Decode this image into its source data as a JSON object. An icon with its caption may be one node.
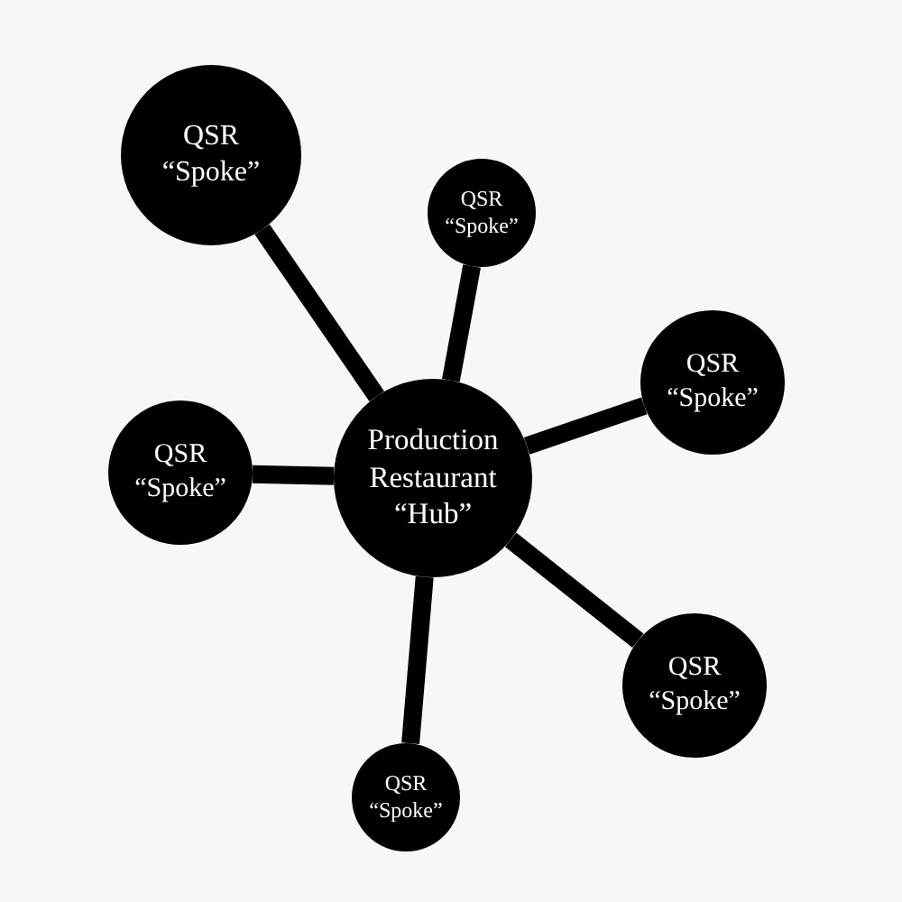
{
  "diagram": {
    "nodes": [
      {
        "text": [
          "QSR “Spoke”"
        ]
      },
      {
        "text": [
          "QSR “Spoke”"
        ]
      },
      {
        "text": [
          "QSR “Spoke”"
        ]
      },
      {
        "text": [
          "QSR “Spoke”"
        ]
      },
      {
        "text": [
          "Production Restaurant “Hub”"
        ]
      },
      {
        "text": [
          "QSR “Spoke”"
        ]
      },
      {
        "text": [
          "QSR “Spoke”"
        ]
      }
    ],
    "edges": [
      {
        "from": 4,
        "to": 0,
        "arrow": "none"
      },
      {
        "from": 4,
        "to": 1,
        "arrow": "none"
      },
      {
        "from": 4,
        "to": 2,
        "arrow": "none"
      },
      {
        "from": 4,
        "to": 3,
        "arrow": "none"
      },
      {
        "from": 4,
        "to": 5,
        "arrow": "none"
      },
      {
        "from": 4,
        "to": 6,
        "arrow": "none"
      }
    ]
  }
}
